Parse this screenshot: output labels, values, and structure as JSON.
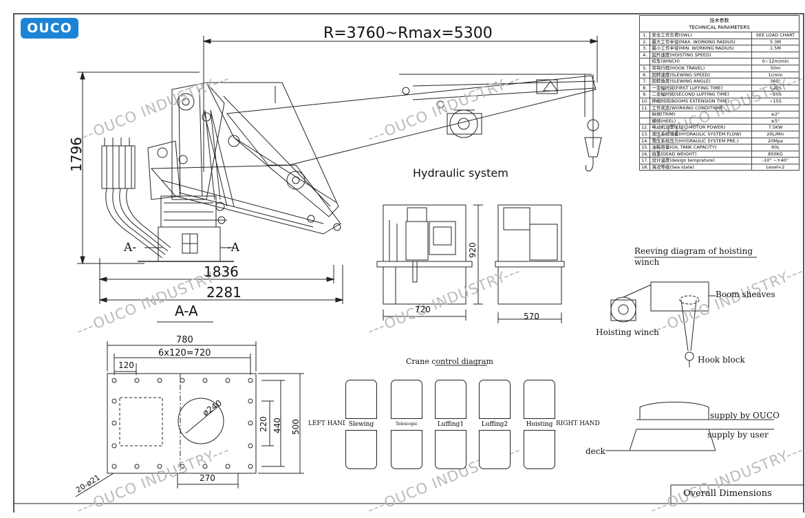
{
  "brand": {
    "logo_text": "OUCO"
  },
  "watermark": "---OUCO INDUSTRY---",
  "dims": {
    "radius": "R=3760~Rmax=5300",
    "height": "1796",
    "base_1": "1836",
    "base_2": "2281",
    "section_left": "A-",
    "section_right": "-A",
    "section_title": "A-A",
    "flange_total": "780",
    "flange_holes": "6x120=720",
    "flange_pitch": "120",
    "flange_bore": "ø240",
    "flange_220": "220",
    "flange_440": "440",
    "flange_500": "500",
    "flange_270": "270",
    "flange_bolts": "20-ø21",
    "hyd_width_1": "720",
    "hyd_height": "920",
    "hyd_width_2": "570"
  },
  "hydraulic": {
    "title": "Hydraulic system"
  },
  "params": {
    "title_cn": "技术参数",
    "title_en": "TECHNICAL PARAMETERS",
    "rows": [
      {
        "no": "1.",
        "name": "安全工作负荷(SWL)",
        "value": "SEE LOAD CHART"
      },
      {
        "no": "2.",
        "name": "最大工作半径(MAX. WORKING RADIUS)",
        "value": "5.3M"
      },
      {
        "no": "3.",
        "name": "最小工作半径(MIN. WORKING RADIUS)",
        "value": "1.5M"
      },
      {
        "no": "4.",
        "name": "起升速度(HOISTING SPEED)",
        "value": ""
      },
      {
        "no": "",
        "name": "绞车(WINCH)",
        "value": "0~12m/min"
      },
      {
        "no": "5.",
        "name": "吊钩行程(HOOK TRAVEL)",
        "value": "50m"
      },
      {
        "no": "6.",
        "name": "回转速度(SLEWING SPEED)",
        "value": "1r/min"
      },
      {
        "no": "7.",
        "name": "回转角度(SLEWING ANGLE)",
        "value": "360°"
      },
      {
        "no": "8.",
        "name": "一变幅时间(FIRST LUFFING TIME)",
        "value": "~20S"
      },
      {
        "no": "9.",
        "name": "二变幅时间(SECOND LUFFING TIME)",
        "value": "~20S"
      },
      {
        "no": "10.",
        "name": "伸缩时间(BOOMS EXTENSION TIME)",
        "value": "~15S"
      },
      {
        "no": "11.",
        "name": "工作状态(WORKING CONDITION)",
        "value": ""
      },
      {
        "no": "",
        "name": "    纵倾(TRIM)",
        "value": "≤2°"
      },
      {
        "no": "",
        "name": "    横倾(HEEL)",
        "value": "≤5°"
      },
      {
        "no": "12.",
        "name": "电动机功率(ELEC-MOTOR POWER)",
        "value": "7.5KW"
      },
      {
        "no": "13.",
        "name": "液压系统流量(HYDRAULIC SYSTEM FLOW)",
        "value": "20L/Min"
      },
      {
        "no": "14.",
        "name": "液压系统压力(HYDRAULIC SYSTEM PRE.)",
        "value": "20Mpa"
      },
      {
        "no": "15.",
        "name": "油箱容量(OIL TANK CAPACITY)",
        "value": "60L"
      },
      {
        "no": "16.",
        "name": "自重(DEAD WEIGHT)",
        "value": "850KG"
      },
      {
        "no": "17.",
        "name": "设计温度(design temprature)",
        "value": "-10° ~+40°"
      },
      {
        "no": "18.",
        "name": "海况等级(Sea state)",
        "value": "Level<2"
      }
    ]
  },
  "reeving": {
    "title_1": "Reeving diagram of hoisting",
    "title_2": "winch",
    "boom_sheaves": "Boom sheaves",
    "hoisting_winch": "Hoisting winch",
    "hook_block": "Hook block"
  },
  "control": {
    "title": "Crane control diagram",
    "left_hand": "LEFT HAND",
    "right_hand": "RIGHT HAND",
    "levers": [
      {
        "label": "Slewing",
        "small": false
      },
      {
        "label": "Telescopic",
        "small": true
      },
      {
        "label": "Luffing1",
        "small": false
      },
      {
        "label": "Luffing2",
        "small": false
      },
      {
        "label": "Hoisting",
        "small": false
      }
    ]
  },
  "supply": {
    "by_ouco": "supply by OUCO",
    "by_user": "supply by user",
    "deck": "deck"
  },
  "footer": {
    "title": "Overall Dimensions"
  }
}
